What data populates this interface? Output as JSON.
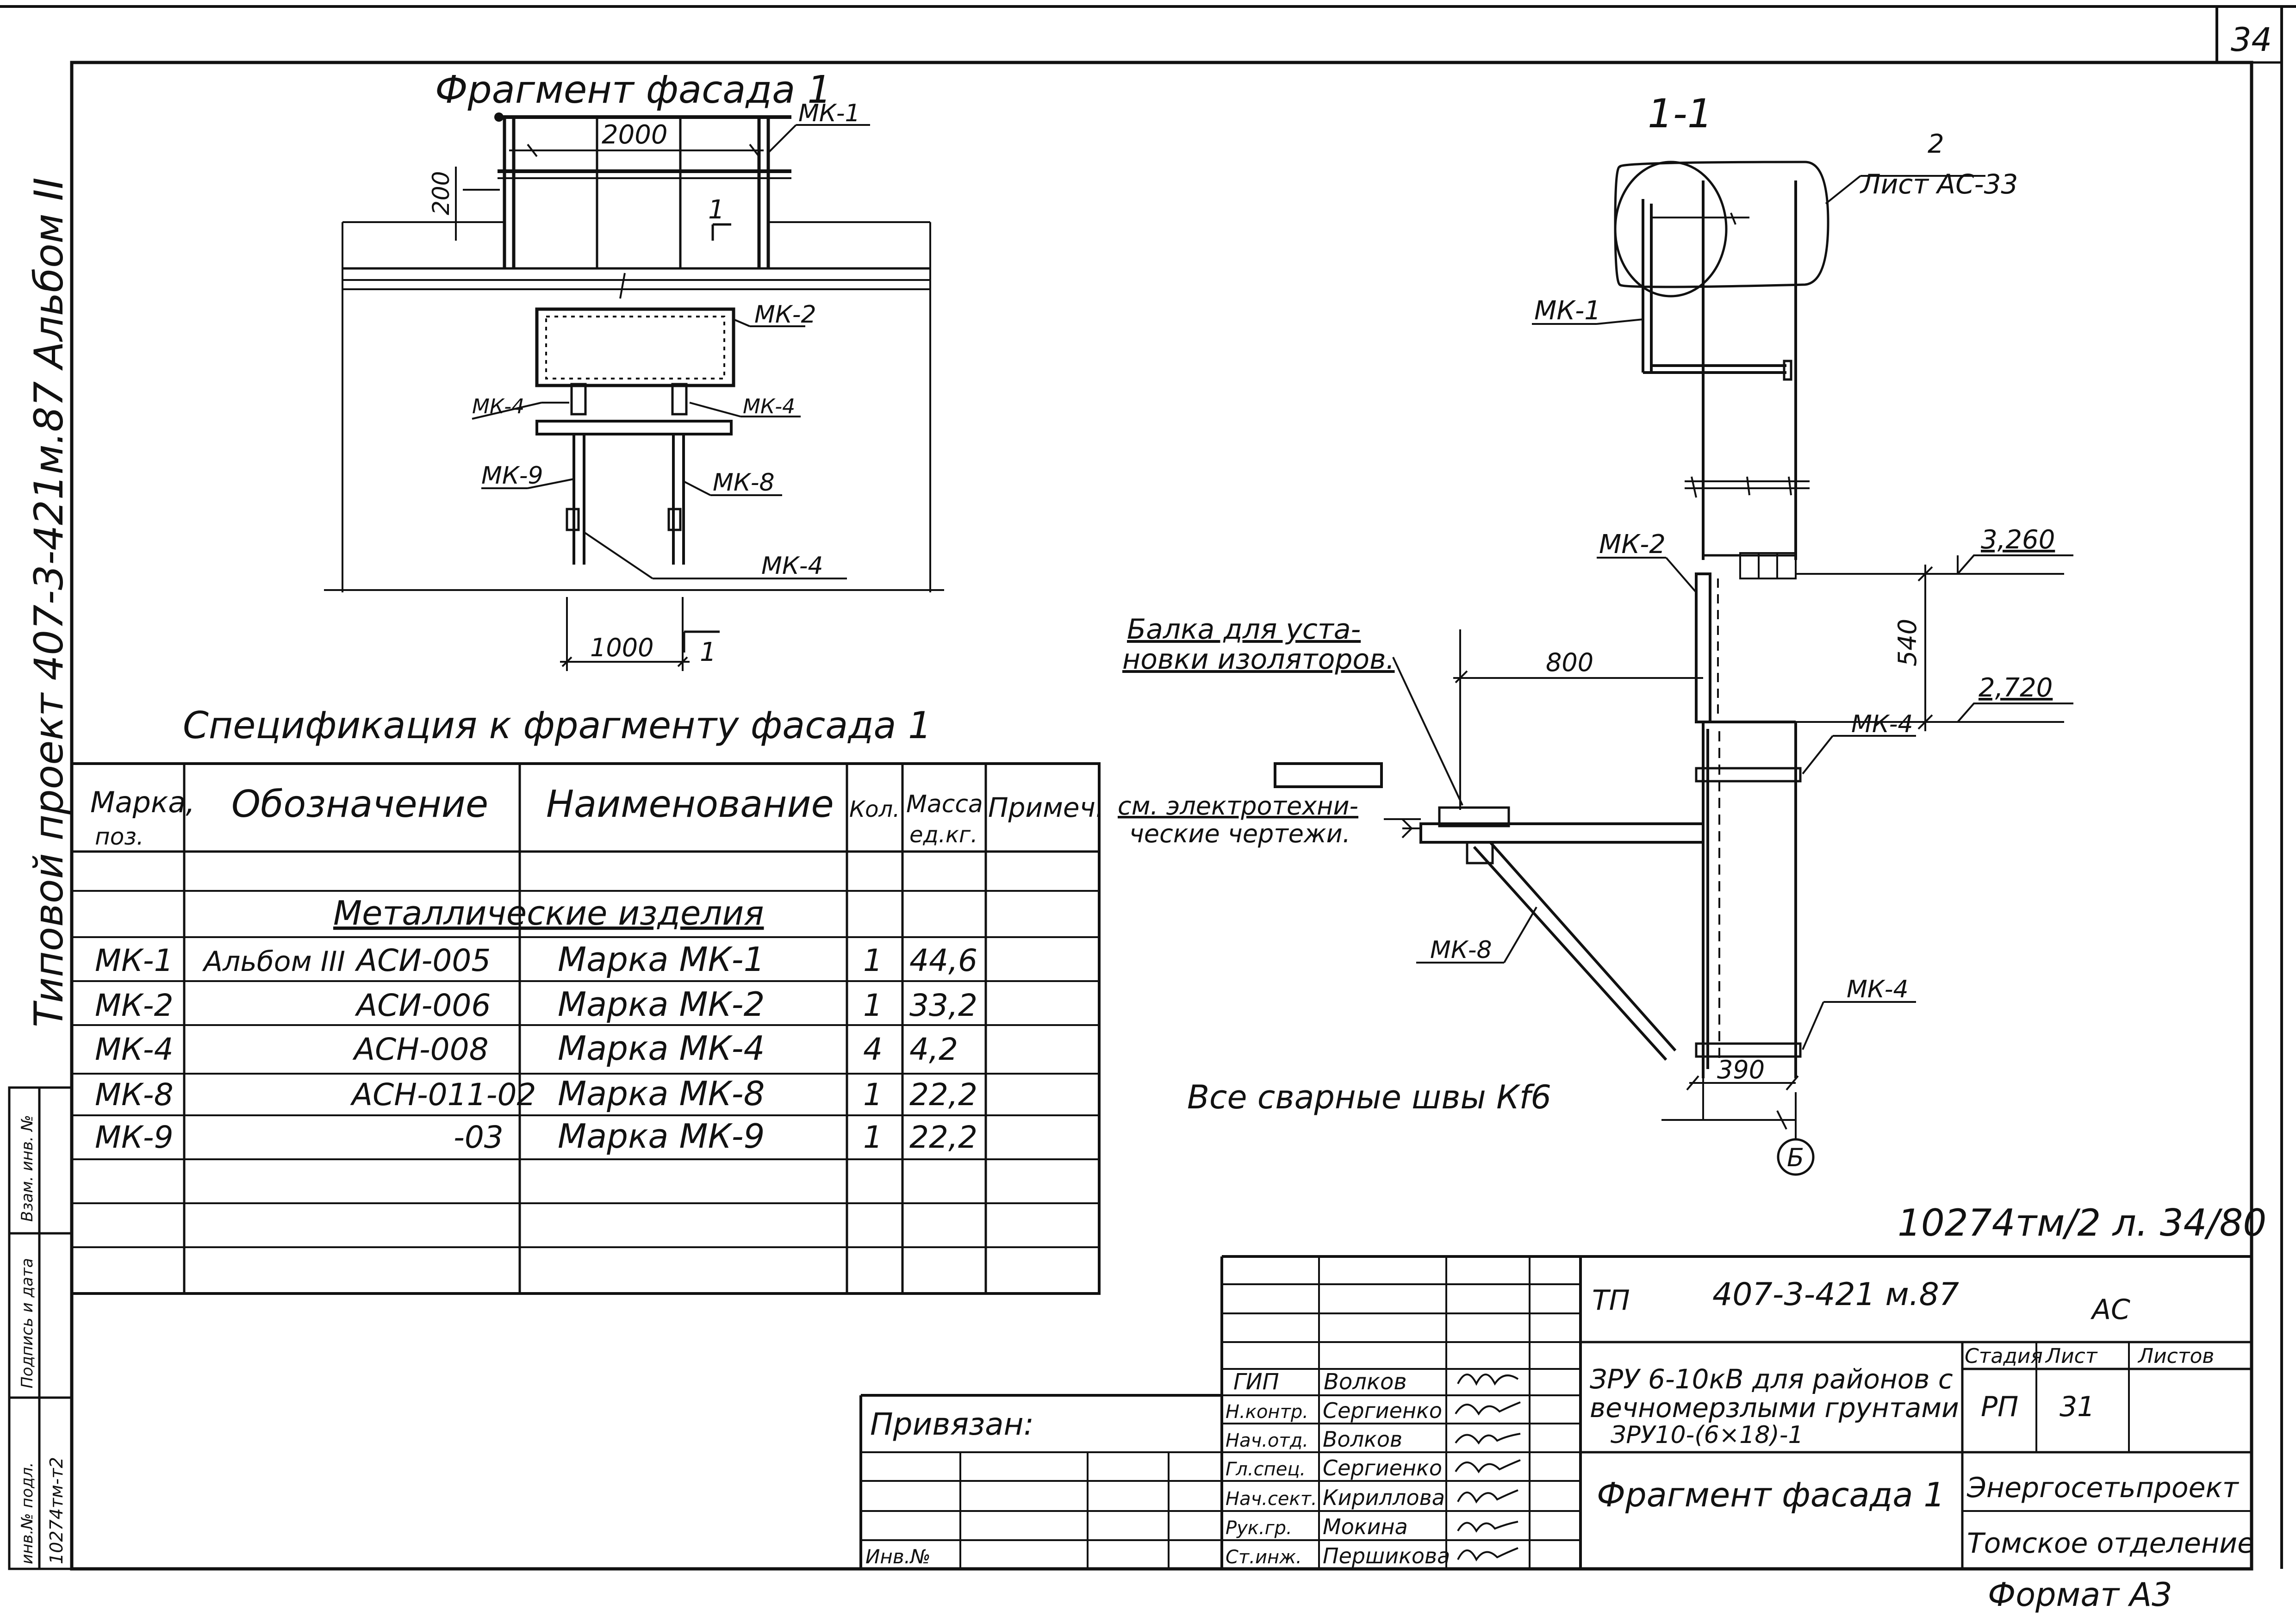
{
  "sheet": {
    "page_number": "34",
    "archive_number": "10274тм/2   л. 34/80",
    "format_label": "Формат А3",
    "weld_note": "Все сварные швы Кf6"
  },
  "left_margin": {
    "album_title": "Типовой  проект 407-3-421м.87   Альбом II",
    "inv_label": "инв.№ подл.",
    "inv_value": "10274тм-т2",
    "sign_label": "Подпись и дата",
    "exchange_label": "Взам. инв. №"
  },
  "facade": {
    "title": "Фрагмент фасада 1",
    "dim_2000": "2000",
    "dim_200": "200",
    "dim_1000": "1000",
    "section_mark": "1",
    "mk1": "МК-1",
    "mk2": "МК-2",
    "mk4_left": "МК-4",
    "mk4_right": "МК-4",
    "mk9": "МК-9",
    "mk8": "МК-8",
    "mk4_bottom": "МК-4"
  },
  "section": {
    "title": "1-1",
    "node_ref": "2",
    "node_sheet": "Лист АС-33",
    "mk1": "МК-1",
    "mk2": "МК-2",
    "mk4_top": "МК-4",
    "mk4_bottom": "МК-4",
    "mk8": "МК-8",
    "elev_top": "3,260",
    "elev_bottom": "2,720",
    "dim_540": "540",
    "dim_800": "800",
    "dim_390": "390",
    "axis": "Б",
    "beam_note_1": "Балка для уста-",
    "beam_note_2": "новки изоляторов.",
    "elec_note_1": "см. электротехни-",
    "elec_note_2": "ческие чертежи."
  },
  "spec": {
    "title": "Спецификация к фрагменту фасада 1",
    "headers": {
      "mark_1": "Марка,",
      "mark_2": "поз.",
      "designation": "Обозначение",
      "name": "Наименование",
      "qty": "Кол.",
      "mass_1": "Масса",
      "mass_2": "ед.кг.",
      "note": "Примеч."
    },
    "group": "Металлические изделия",
    "rows": [
      {
        "mark": "МК-1",
        "album": "Альбом III",
        "designation": "АСИ-005",
        "name": "Марка МК-1",
        "qty": "1",
        "mass": "44,6"
      },
      {
        "mark": "МК-2",
        "album": "",
        "designation": "АСИ-006",
        "name": "Марка МК-2",
        "qty": "1",
        "mass": "33,2"
      },
      {
        "mark": "МК-4",
        "album": "",
        "designation": "АСН-008",
        "name": "Марка МК-4",
        "qty": "4",
        "mass": "4,2"
      },
      {
        "mark": "МК-8",
        "album": "",
        "designation": "АСН-011-02",
        "name": "Марка МК-8",
        "qty": "1",
        "mass": "22,2"
      },
      {
        "mark": "МК-9",
        "album": "",
        "designation": "-03",
        "name": "Марка МК-9",
        "qty": "1",
        "mass": "22,2"
      }
    ]
  },
  "title_block": {
    "code": "ТП",
    "project": "407-3-421 м.87",
    "section_code": "АС",
    "object_1": "ЗРУ 6-10кВ для районов с",
    "object_2": "вечномерзлыми грунтами",
    "object_3": "ЗРУ10-(6×18)-1",
    "sheet_name": "Фрагмент фасада 1",
    "stage_label": "Стадия",
    "sheet_label": "Лист",
    "sheets_label": "Листов",
    "stage": "РП",
    "sheet_no": "31",
    "org_1": "Энергосетьпроект",
    "org_2": "Томское отделение",
    "bound_label": "Привязан:",
    "inv_label": "Инв.№",
    "people": [
      {
        "role": "ГИП",
        "name": "Волков"
      },
      {
        "role": "Н.контр.",
        "name": "Сергиенко"
      },
      {
        "role": "Нач.отд.",
        "name": "Волков"
      },
      {
        "role": "Гл.спец.",
        "name": "Сергиенко"
      },
      {
        "role": "Нач.сект.",
        "name": "Кириллова"
      },
      {
        "role": "Рук.гр.",
        "name": "Мокина"
      },
      {
        "role": "Ст.инж.",
        "name": "Першикова"
      }
    ]
  }
}
